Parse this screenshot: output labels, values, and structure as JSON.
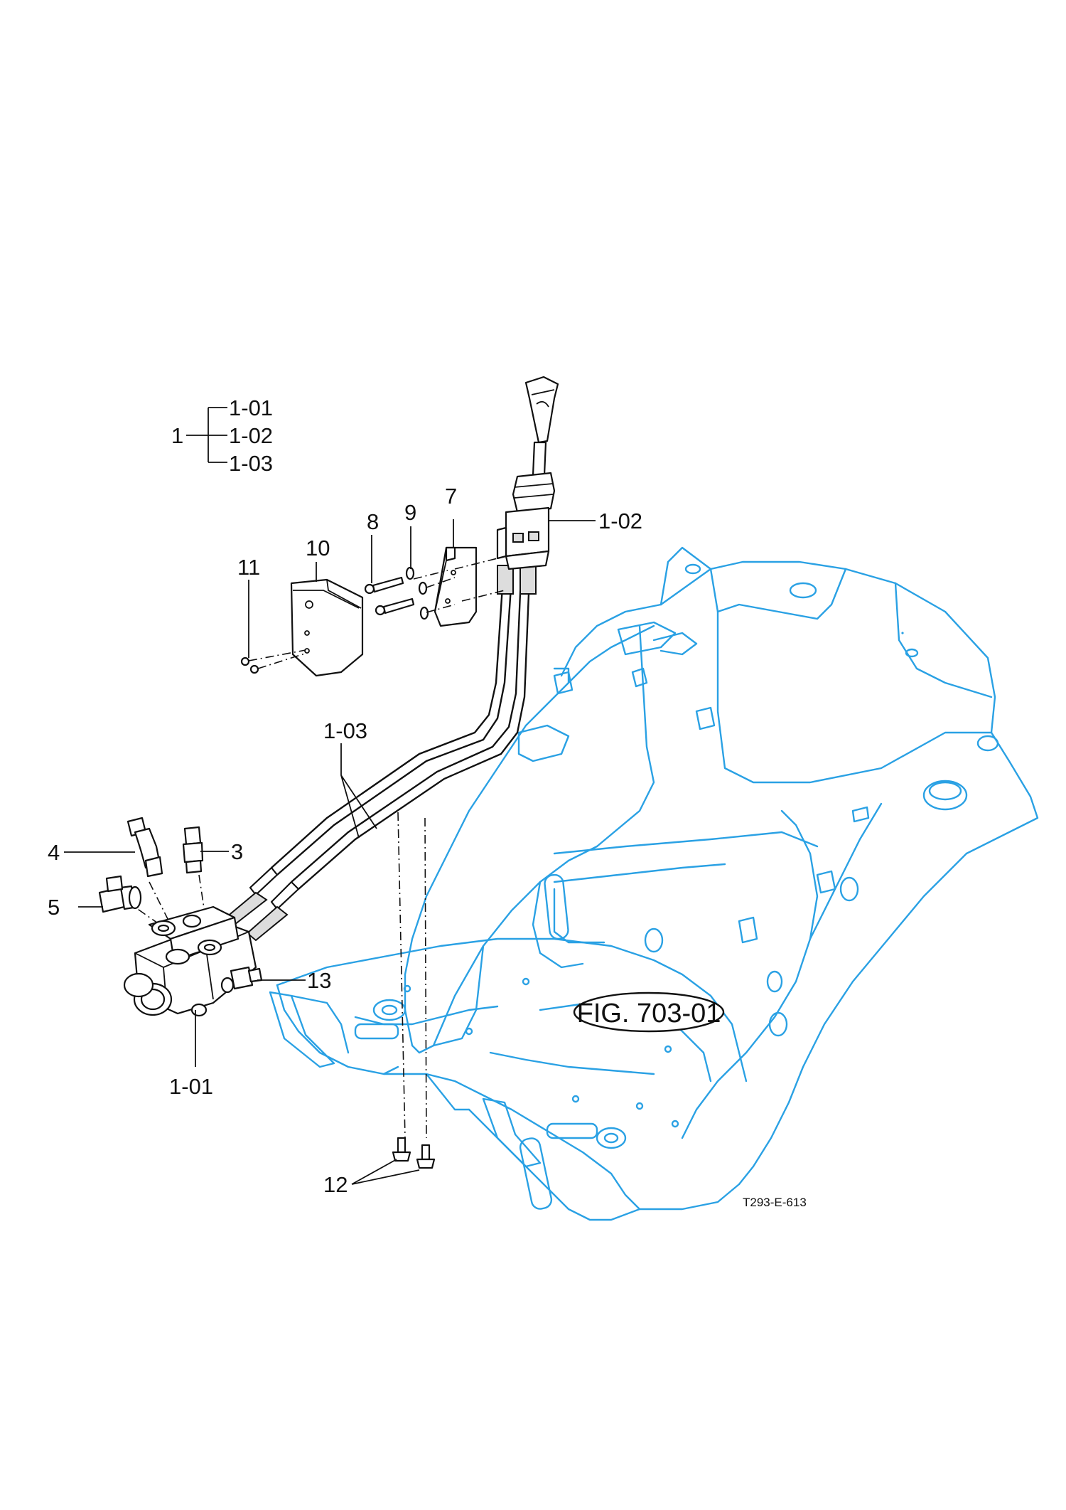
{
  "assembly_tree": {
    "parent": "1",
    "children": [
      "1-01",
      "1-02",
      "1-03"
    ]
  },
  "callouts": [
    {
      "id": "p7",
      "label": "7"
    },
    {
      "id": "p8",
      "label": "8"
    },
    {
      "id": "p9",
      "label": "9"
    },
    {
      "id": "p10",
      "label": "10"
    },
    {
      "id": "p11",
      "label": "11"
    },
    {
      "id": "p102",
      "label": "1-02"
    },
    {
      "id": "p103",
      "label": "1-03"
    },
    {
      "id": "p4",
      "label": "4"
    },
    {
      "id": "p3",
      "label": "3"
    },
    {
      "id": "p5",
      "label": "5"
    },
    {
      "id": "p13",
      "label": "13"
    },
    {
      "id": "p101",
      "label": "1-01"
    },
    {
      "id": "p12",
      "label": "12"
    }
  ],
  "figure_label": "FIG. 703-01",
  "drawing_code": "T293-E-613",
  "colors": {
    "line": "#111111",
    "background_part": "#2aa1e4"
  }
}
